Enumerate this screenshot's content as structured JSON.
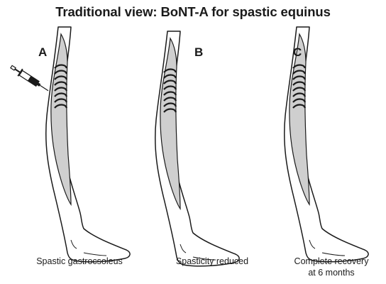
{
  "title": "Traditional view: BoNT-A for spastic equinus",
  "panels": [
    {
      "label": "A",
      "caption": "Spastic gastrocsoleus"
    },
    {
      "label": "B",
      "caption": "Spasticity reduced"
    },
    {
      "label": "C",
      "caption_lines": [
        "Complete recovery",
        "at 6 months"
      ]
    }
  ],
  "colors": {
    "muscle_fill": "#cfcfcf",
    "skin_fill": "#ffffff",
    "stroke": "#1a1a1a"
  },
  "icons": [
    "syringe-icon"
  ]
}
